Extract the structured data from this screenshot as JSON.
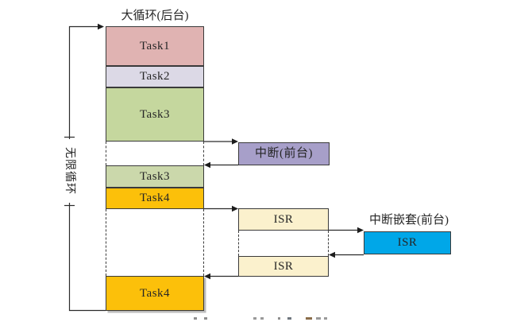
{
  "diagram": {
    "title": "大循环(后台)",
    "infinite_loop_label": "无限循环",
    "background_column": {
      "segments": [
        {
          "id": "task1",
          "label": "Task1",
          "color": "#e0b3b2"
        },
        {
          "id": "task2",
          "label": "Task2",
          "color": "#dcd9e6"
        },
        {
          "id": "task3-first",
          "label": "Task3",
          "color": "#c5d79e"
        },
        {
          "id": "task3-second",
          "label": "Task3",
          "color": "#cbd8ab"
        },
        {
          "id": "task4-first",
          "label": "Task4",
          "color": "#fcc00a"
        },
        {
          "id": "task4-bottom",
          "label": "Task4",
          "color": "#fcc00a"
        }
      ]
    },
    "interrupt_box": {
      "label": "中断(前台)",
      "color": "#a79fc9"
    },
    "isr_first": {
      "label": "ISR",
      "color": "#fbf1cd"
    },
    "isr_second": {
      "label": "ISR",
      "color": "#fbf1cd"
    },
    "nested_interrupt": {
      "title": "中断嵌套(前台)",
      "label": "ISR",
      "color": "#00a7e8"
    }
  },
  "colors": {
    "line": "#2b2b2b",
    "border": "#3a3a3a",
    "background": "#ffffff"
  }
}
